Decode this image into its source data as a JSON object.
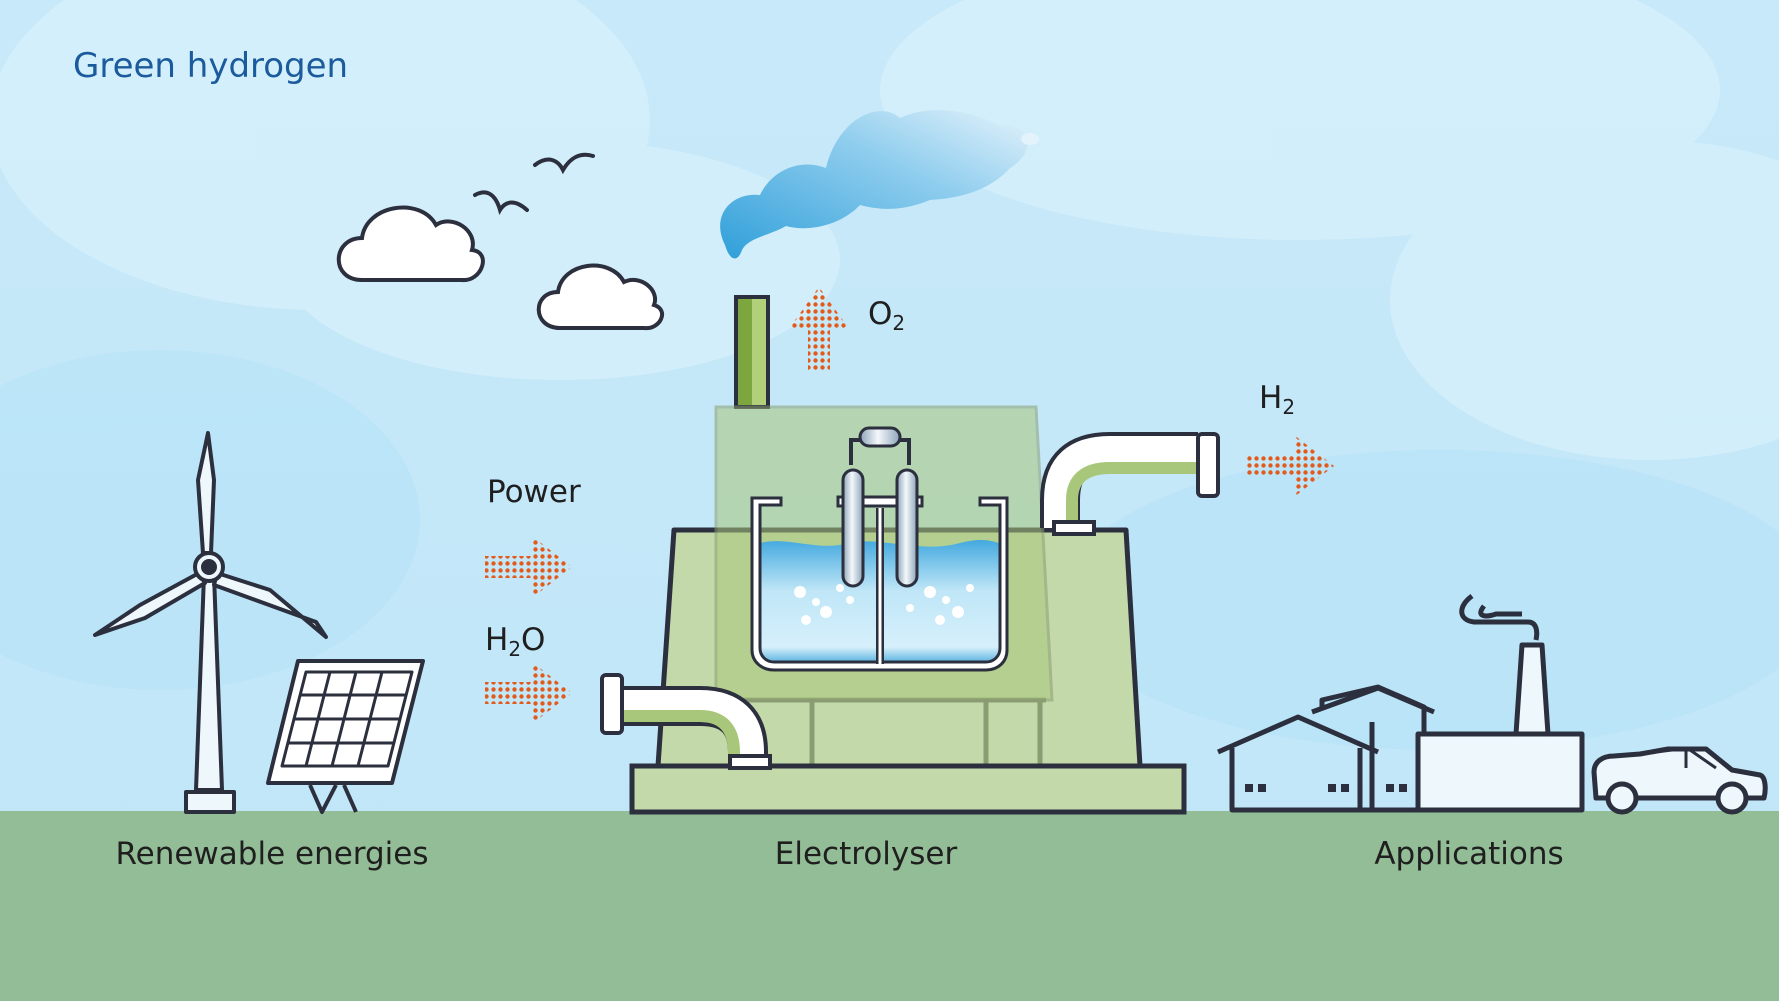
{
  "title": "Green hydrogen",
  "labels": {
    "power": "Power",
    "o2_main": "O",
    "o2_sub": "2",
    "h2_main": "H",
    "h2_sub": "2",
    "h2o_main": "H",
    "h2o_sub": "2",
    "h2o_tail": "O",
    "renewable": "Renewable energies",
    "electrolyser": "Electrolyser",
    "applications": "Applications"
  },
  "colors": {
    "sky": "#c9eaf9",
    "ground": "#93bd96",
    "outline": "#2b2f3e",
    "machine_fill": "#c3d9a9",
    "accent_green": "#a9c77a",
    "water": "#4fb3e3",
    "arrow_dots": "#e25b1c",
    "title": "#1b5b9d"
  }
}
